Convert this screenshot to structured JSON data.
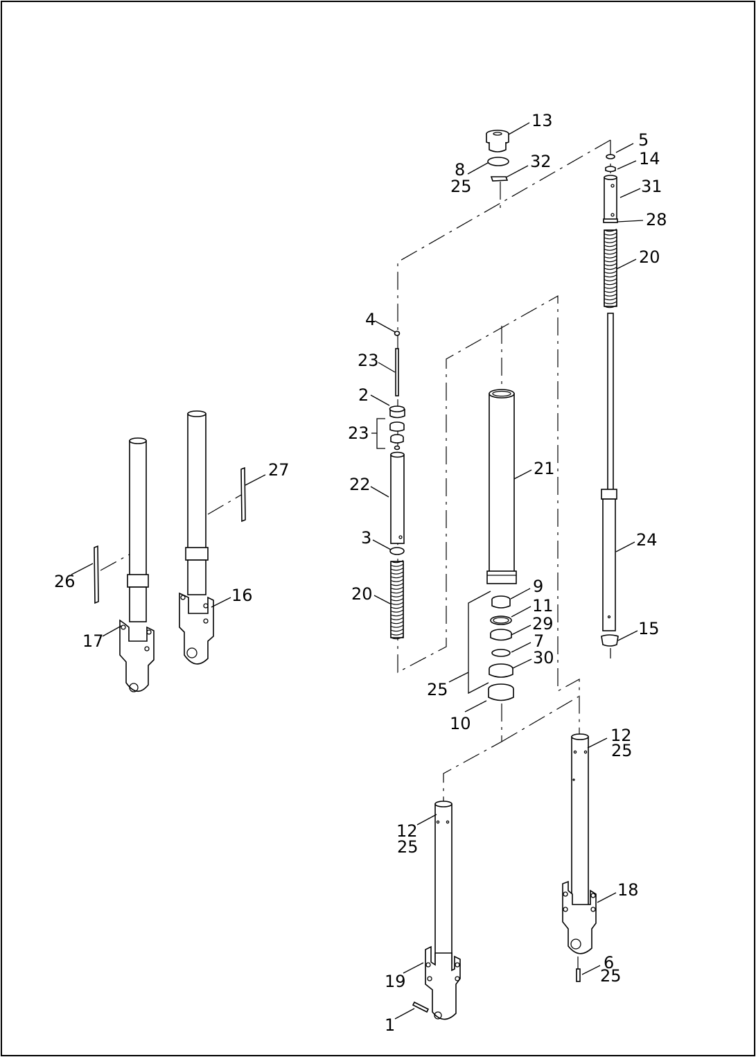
{
  "diagram": {
    "callouts": [
      {
        "id": "c13",
        "text": "13"
      },
      {
        "id": "c5",
        "text": "5"
      },
      {
        "id": "c14",
        "text": "14"
      },
      {
        "id": "c8",
        "text": "8"
      },
      {
        "id": "c25a",
        "text": "25"
      },
      {
        "id": "c32",
        "text": "32"
      },
      {
        "id": "c31",
        "text": "31"
      },
      {
        "id": "c28",
        "text": "28"
      },
      {
        "id": "c20a",
        "text": "20"
      },
      {
        "id": "c4",
        "text": "4"
      },
      {
        "id": "c23a",
        "text": "23"
      },
      {
        "id": "c2",
        "text": "2"
      },
      {
        "id": "c23b",
        "text": "23"
      },
      {
        "id": "c22",
        "text": "22"
      },
      {
        "id": "c3",
        "text": "3"
      },
      {
        "id": "c20b",
        "text": "20"
      },
      {
        "id": "c21",
        "text": "21"
      },
      {
        "id": "c24",
        "text": "24"
      },
      {
        "id": "c27",
        "text": "27"
      },
      {
        "id": "c26",
        "text": "26"
      },
      {
        "id": "c16",
        "text": "16"
      },
      {
        "id": "c17",
        "text": "17"
      },
      {
        "id": "c9",
        "text": "9"
      },
      {
        "id": "c11",
        "text": "11"
      },
      {
        "id": "c29",
        "text": "29"
      },
      {
        "id": "c7",
        "text": "7"
      },
      {
        "id": "c30",
        "text": "30"
      },
      {
        "id": "c25b",
        "text": "25"
      },
      {
        "id": "c10",
        "text": "10"
      },
      {
        "id": "c15",
        "text": "15"
      },
      {
        "id": "c12a",
        "text": "12"
      },
      {
        "id": "c25c",
        "text": "25"
      },
      {
        "id": "c12b",
        "text": "12"
      },
      {
        "id": "c25d",
        "text": "25"
      },
      {
        "id": "c18",
        "text": "18"
      },
      {
        "id": "c6",
        "text": "6"
      },
      {
        "id": "c25e",
        "text": "25"
      },
      {
        "id": "c19",
        "text": "19"
      },
      {
        "id": "c1",
        "text": "1"
      }
    ]
  }
}
